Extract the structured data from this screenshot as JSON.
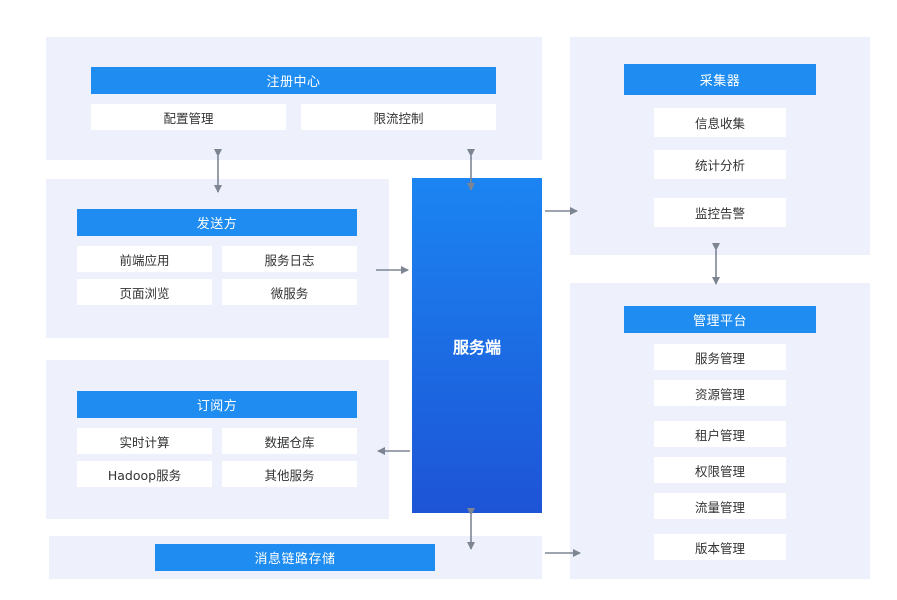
{
  "registry": {
    "title": "注册中心",
    "items": [
      "配置管理",
      "限流控制"
    ]
  },
  "sender": {
    "title": "发送方",
    "items": [
      "前端应用",
      "服务日志",
      "页面浏览",
      "微服务"
    ]
  },
  "subscriber": {
    "title": "订阅方",
    "items": [
      "实时计算",
      "数据仓库",
      "Hadoop服务",
      "其他服务"
    ]
  },
  "storage": {
    "title": "消息链路存储"
  },
  "server": {
    "title": "服务端"
  },
  "collector": {
    "title": "采集器",
    "items": [
      "信息收集",
      "统计分析",
      "监控告警"
    ]
  },
  "management": {
    "title": "管理平台",
    "items": [
      "服务管理",
      "资源管理",
      "租户管理",
      "权限管理",
      "流量管理",
      "版本管理"
    ]
  },
  "colors": {
    "accent": "#1e8cf0",
    "panel": "#eef1fb",
    "arrow": "#7d8593"
  }
}
